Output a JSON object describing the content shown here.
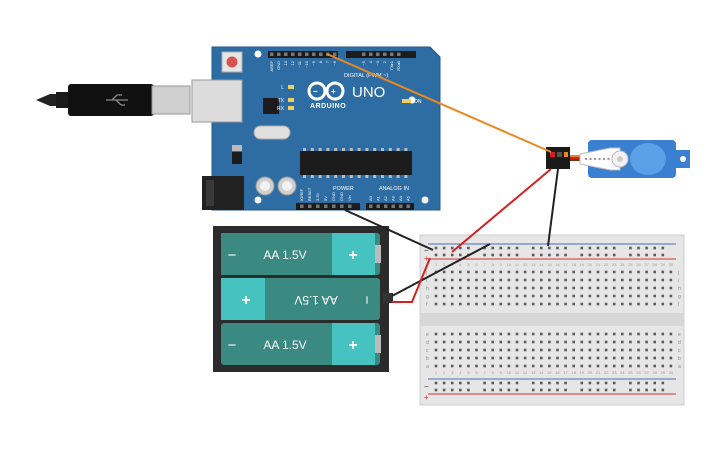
{
  "arduino": {
    "brand": "ARDUINO",
    "model": "UNO",
    "digital_label": "DIGITAL (PWM ~)",
    "power_label": "POWER",
    "analog_label": "ANALOG IN",
    "led_l": "L",
    "led_tx": "TX",
    "led_rx": "RX",
    "led_on": "ON",
    "top_pins": [
      "AREF",
      "GND",
      "13",
      "12",
      "~11",
      "~10",
      "~9",
      "8",
      "7",
      "~6",
      "~5",
      "4",
      "~3",
      "2",
      "TX▸1",
      "RX◂0"
    ],
    "power_pins": [
      "IOREF",
      "RESET",
      "3.3V",
      "5V",
      "GND",
      "GND",
      "Vin"
    ],
    "analog_pins": [
      "A0",
      "A1",
      "A2",
      "A3",
      "A4",
      "A5"
    ]
  },
  "battery": {
    "cells": [
      {
        "label": "AA 1.5V",
        "minus": "−",
        "plus": "+"
      },
      {
        "label": "AA 1.5V",
        "minus": "−",
        "plus": "+"
      },
      {
        "label": "AA 1.5V",
        "minus": "−",
        "plus": "+"
      }
    ]
  },
  "breadboard": {
    "rail_minus": "−",
    "rail_plus": "+",
    "row_letters_top": [
      "j",
      "i",
      "h",
      "g",
      "f"
    ],
    "row_letters_bottom": [
      "e",
      "d",
      "c",
      "b",
      "a"
    ]
  },
  "colors": {
    "board_blue": "#2e6da4",
    "wire_orange": "#e8891f",
    "wire_red": "#d42020",
    "wire_black": "#222222",
    "battery_teal": "#3a8a82",
    "battery_terminal": "#46c3c0",
    "servo_blue": "#3a7fd0",
    "breadboard_gray": "#e6e6e6"
  }
}
